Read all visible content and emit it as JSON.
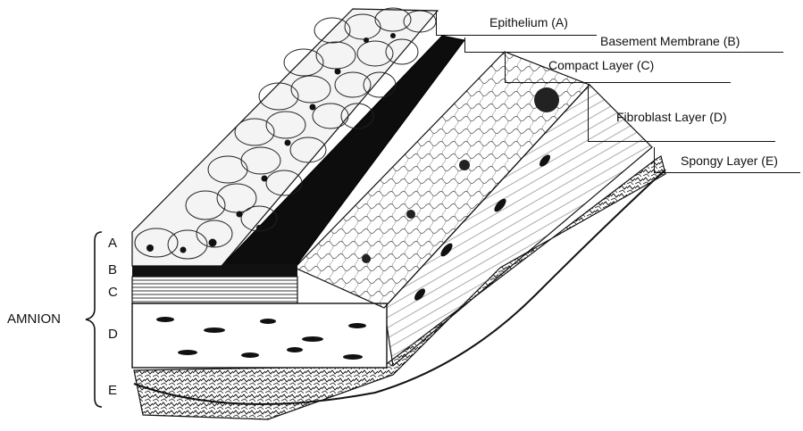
{
  "labels": {
    "epithelium": "Epithelium (A)",
    "basement": "Basement Membrane (B)",
    "compact": "Compact Layer (C)",
    "fibroblast": "Fibroblast Layer (D)",
    "spongy": "Spongy Layer (E)"
  },
  "side": {
    "title": "AMNION",
    "letters": [
      "A",
      "B",
      "C",
      "D",
      "E"
    ]
  }
}
